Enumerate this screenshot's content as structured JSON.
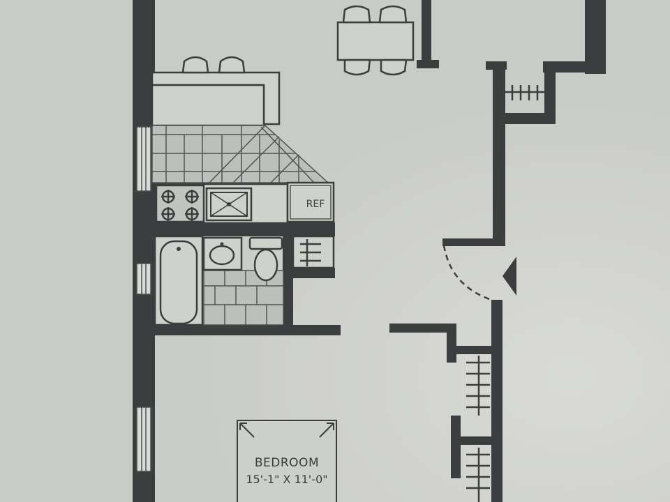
{
  "labels": {
    "refrigerator": "REF",
    "bedroom_name": "BEDROOM",
    "bedroom_size": "15'-1\" X 11'-0\""
  },
  "colors": {
    "paper": "#c9cbc6",
    "wall": "#3b3d3e",
    "line": "#505252",
    "tile": "#bcbfba",
    "fixture": "#cfd1cc"
  }
}
